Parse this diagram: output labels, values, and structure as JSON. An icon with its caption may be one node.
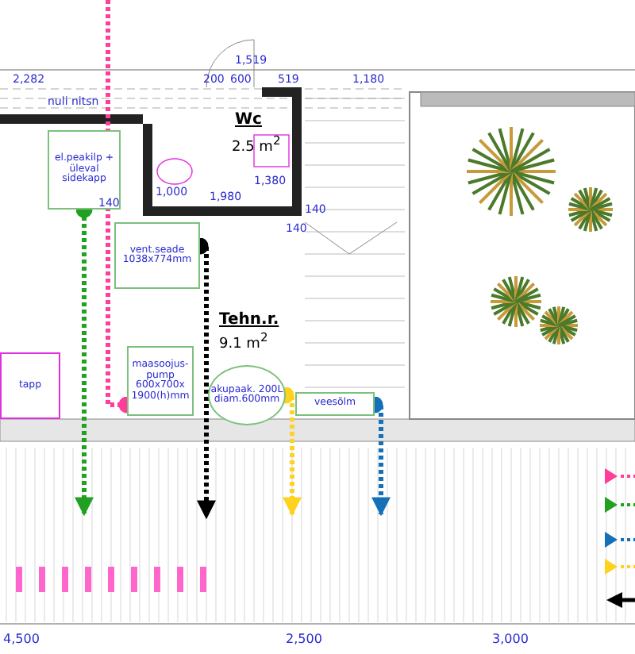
{
  "diagram": {
    "nodes": [
      {
        "text": [
          "el.peakilp + üleval sidekapp"
        ]
      },
      {
        "text": [
          "vent.seade 1038x774mm"
        ]
      },
      {
        "text": [
          "tapp"
        ]
      },
      {
        "text": [
          "maasoojus-pump 600x700x 1900(h)mm"
        ]
      },
      {
        "text": [
          "akupaak. 200L diam.600mm"
        ]
      },
      {
        "text": [
          "veesõlm"
        ]
      }
    ],
    "edges": [
      {
        "from": 0,
        "to": null,
        "arrow": "to",
        "style": "dashed",
        "color": "#22a022"
      },
      {
        "from": 1,
        "to": null,
        "arrow": "to",
        "style": "dashed",
        "color": "#000000"
      },
      {
        "from": null,
        "to": 3,
        "arrow": "other",
        "style": "dashed",
        "color": "#ff3d9a"
      },
      {
        "from": 4,
        "to": null,
        "arrow": "to",
        "style": "dashed",
        "color": "#ffd21f"
      },
      {
        "from": 5,
        "to": null,
        "arrow": "to",
        "style": "dashed",
        "color": "#1570b8"
      }
    ],
    "labels": [
      "2,282",
      "200",
      "600",
      "1,519",
      "519",
      "1,180",
      "nuli nitsn",
      "140",
      "Wc",
      "2.5 m$^{2}$",
      "1,000",
      "1,380",
      "1,980",
      "140",
      "140",
      "Tehn.r.",
      "9.1 m$^{2}$",
      "4,500",
      "2,500",
      "3,000"
    ]
  }
}
